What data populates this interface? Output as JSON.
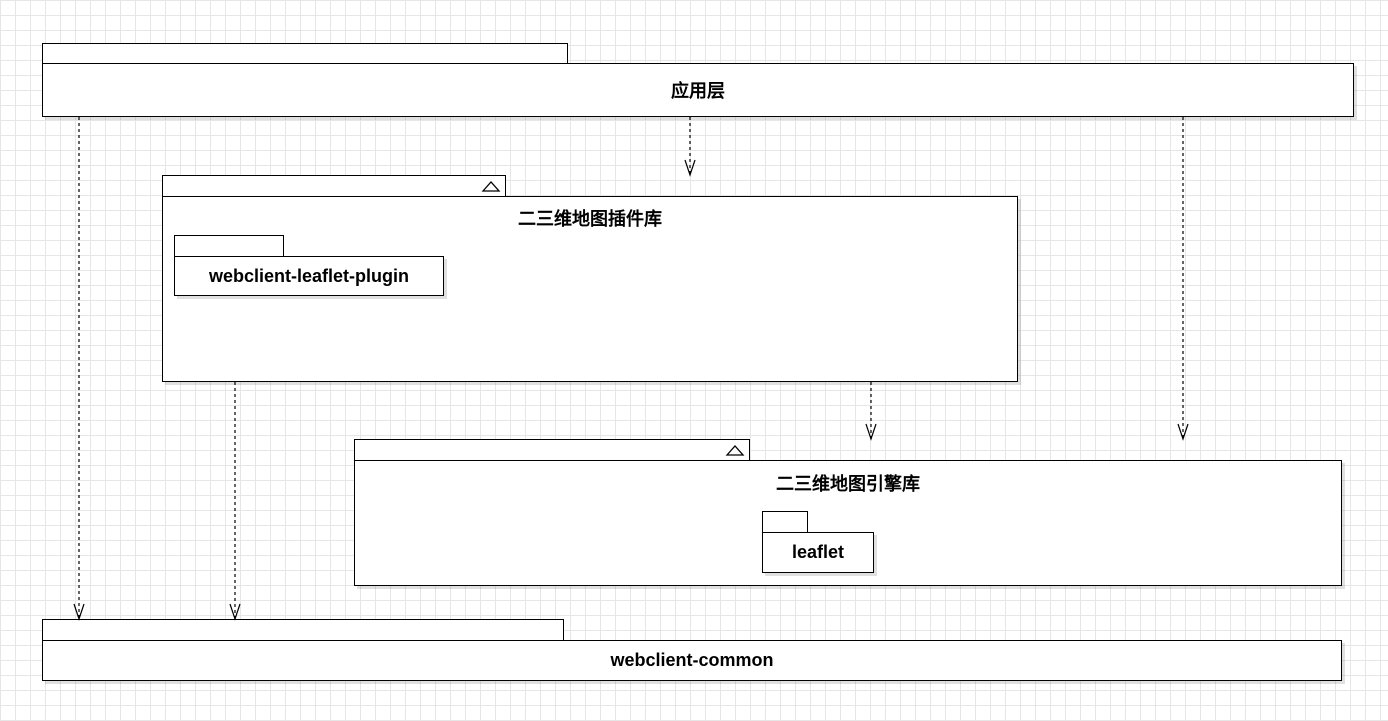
{
  "packages": {
    "app_layer": {
      "title": "应用层"
    },
    "plugin_lib": {
      "title": "二三维地图插件库",
      "child": "webclient-leaflet-plugin",
      "collapse_glyph": "triangle-up-icon"
    },
    "engine_lib": {
      "title": "二三维地图引擎库",
      "child": "leaflet",
      "collapse_glyph": "triangle-up-icon"
    },
    "common": {
      "title": "webclient-common"
    }
  },
  "dependencies": [
    {
      "from": "应用层",
      "to": "二三维地图插件库"
    },
    {
      "from": "应用层",
      "to": "二三维地图引擎库"
    },
    {
      "from": "应用层",
      "to": "webclient-common"
    },
    {
      "from": "二三维地图插件库",
      "to": "二三维地图引擎库"
    },
    {
      "from": "二三维地图插件库",
      "to": "webclient-common"
    }
  ]
}
